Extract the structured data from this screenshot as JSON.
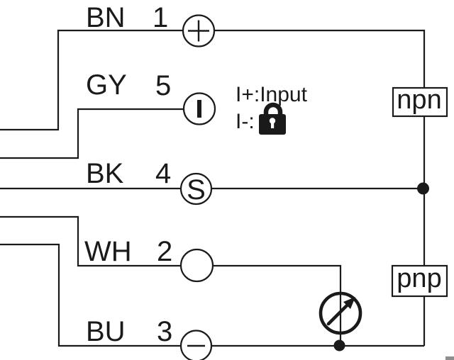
{
  "diagram": {
    "title_implied": "sensor-wiring-diagram",
    "colors": {
      "line": "#1a1a1a",
      "background": "#ffffff",
      "scan_artifact": "#8e8e8e"
    },
    "rows": [
      {
        "wire_color_code": "BN",
        "pin": "1",
        "terminal_symbol": "plus"
      },
      {
        "wire_color_code": "GY",
        "pin": "5",
        "terminal_symbol": "current-bar"
      },
      {
        "wire_color_code": "BK",
        "pin": "4",
        "terminal_symbol": "S"
      },
      {
        "wire_color_code": "WH",
        "pin": "2",
        "terminal_symbol": "blank"
      },
      {
        "wire_color_code": "BU",
        "pin": "3",
        "terminal_symbol": "minus"
      }
    ],
    "terminal_s_label": "S",
    "annotation": {
      "line1": "I+:Input",
      "line2": "I-:"
    },
    "output_boxes": {
      "npn_label": "npn",
      "pnp_label": "pnp"
    }
  }
}
